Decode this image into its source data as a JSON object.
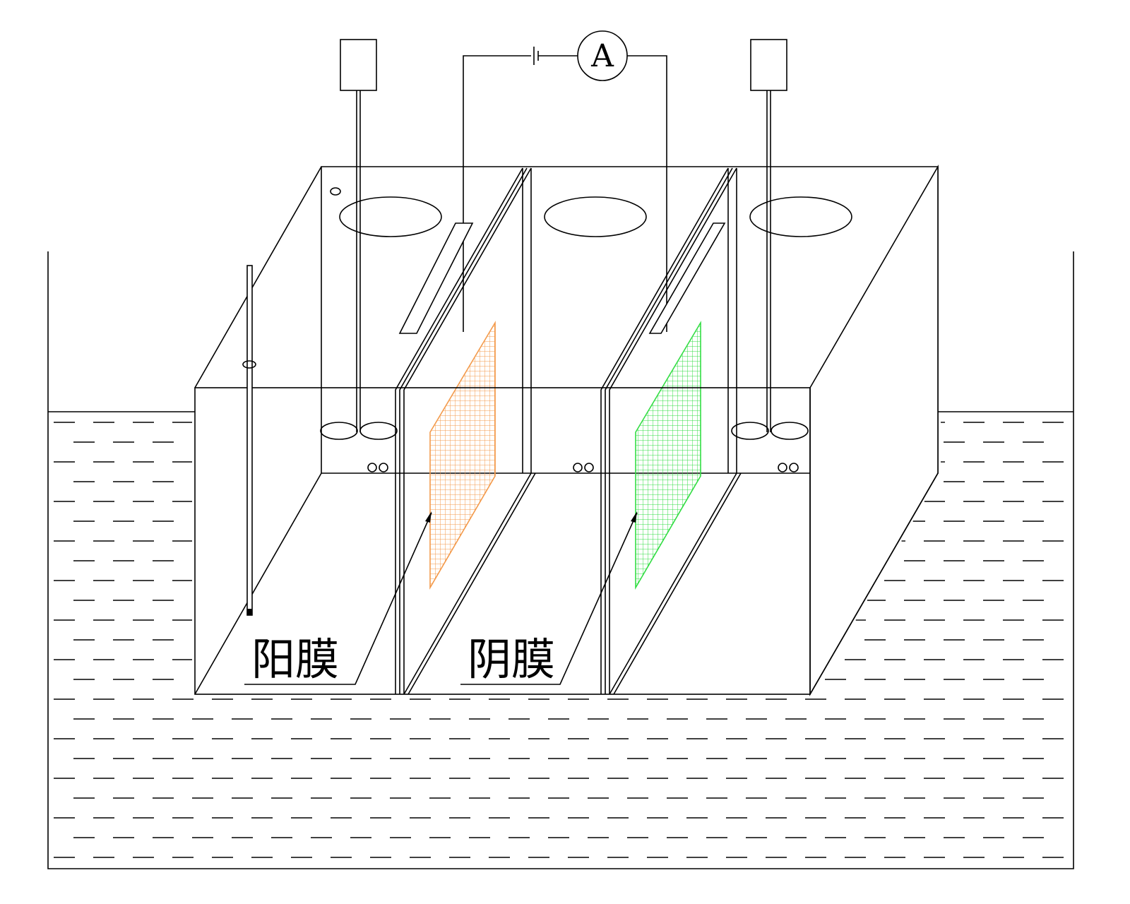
{
  "labels": {
    "anode_membrane": "阳膜",
    "cathode_membrane": "阴膜",
    "ammeter_symbol": "A"
  },
  "colors": {
    "anode_membrane_mesh": "#f39a4b",
    "cathode_membrane_mesh": "#33dd44",
    "line": "#000000",
    "background": "#ffffff"
  }
}
